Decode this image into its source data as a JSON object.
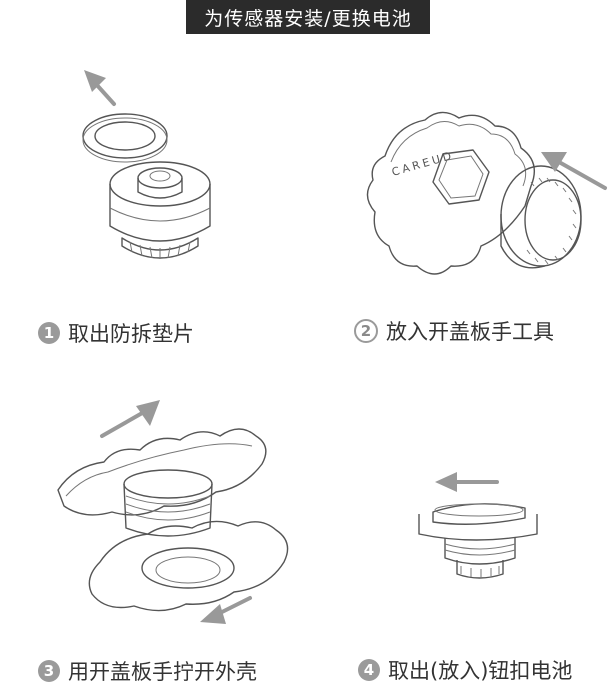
{
  "header": {
    "title": "为传感器安装/更换电池"
  },
  "steps": [
    {
      "number": "1",
      "label": "取出防拆垫片"
    },
    {
      "number": "2",
      "label": "放入开盖板手工具"
    },
    {
      "number": "3",
      "label": "用开盖板手拧开外壳"
    },
    {
      "number": "4",
      "label": "取出(放入)钮扣电池"
    }
  ],
  "tool": {
    "brand_text": "CAREUD"
  },
  "colors": {
    "title_bg": "#2b2b2b",
    "title_fg": "#ffffff",
    "badge": "#9a9a9a",
    "arrow": "#999999"
  }
}
